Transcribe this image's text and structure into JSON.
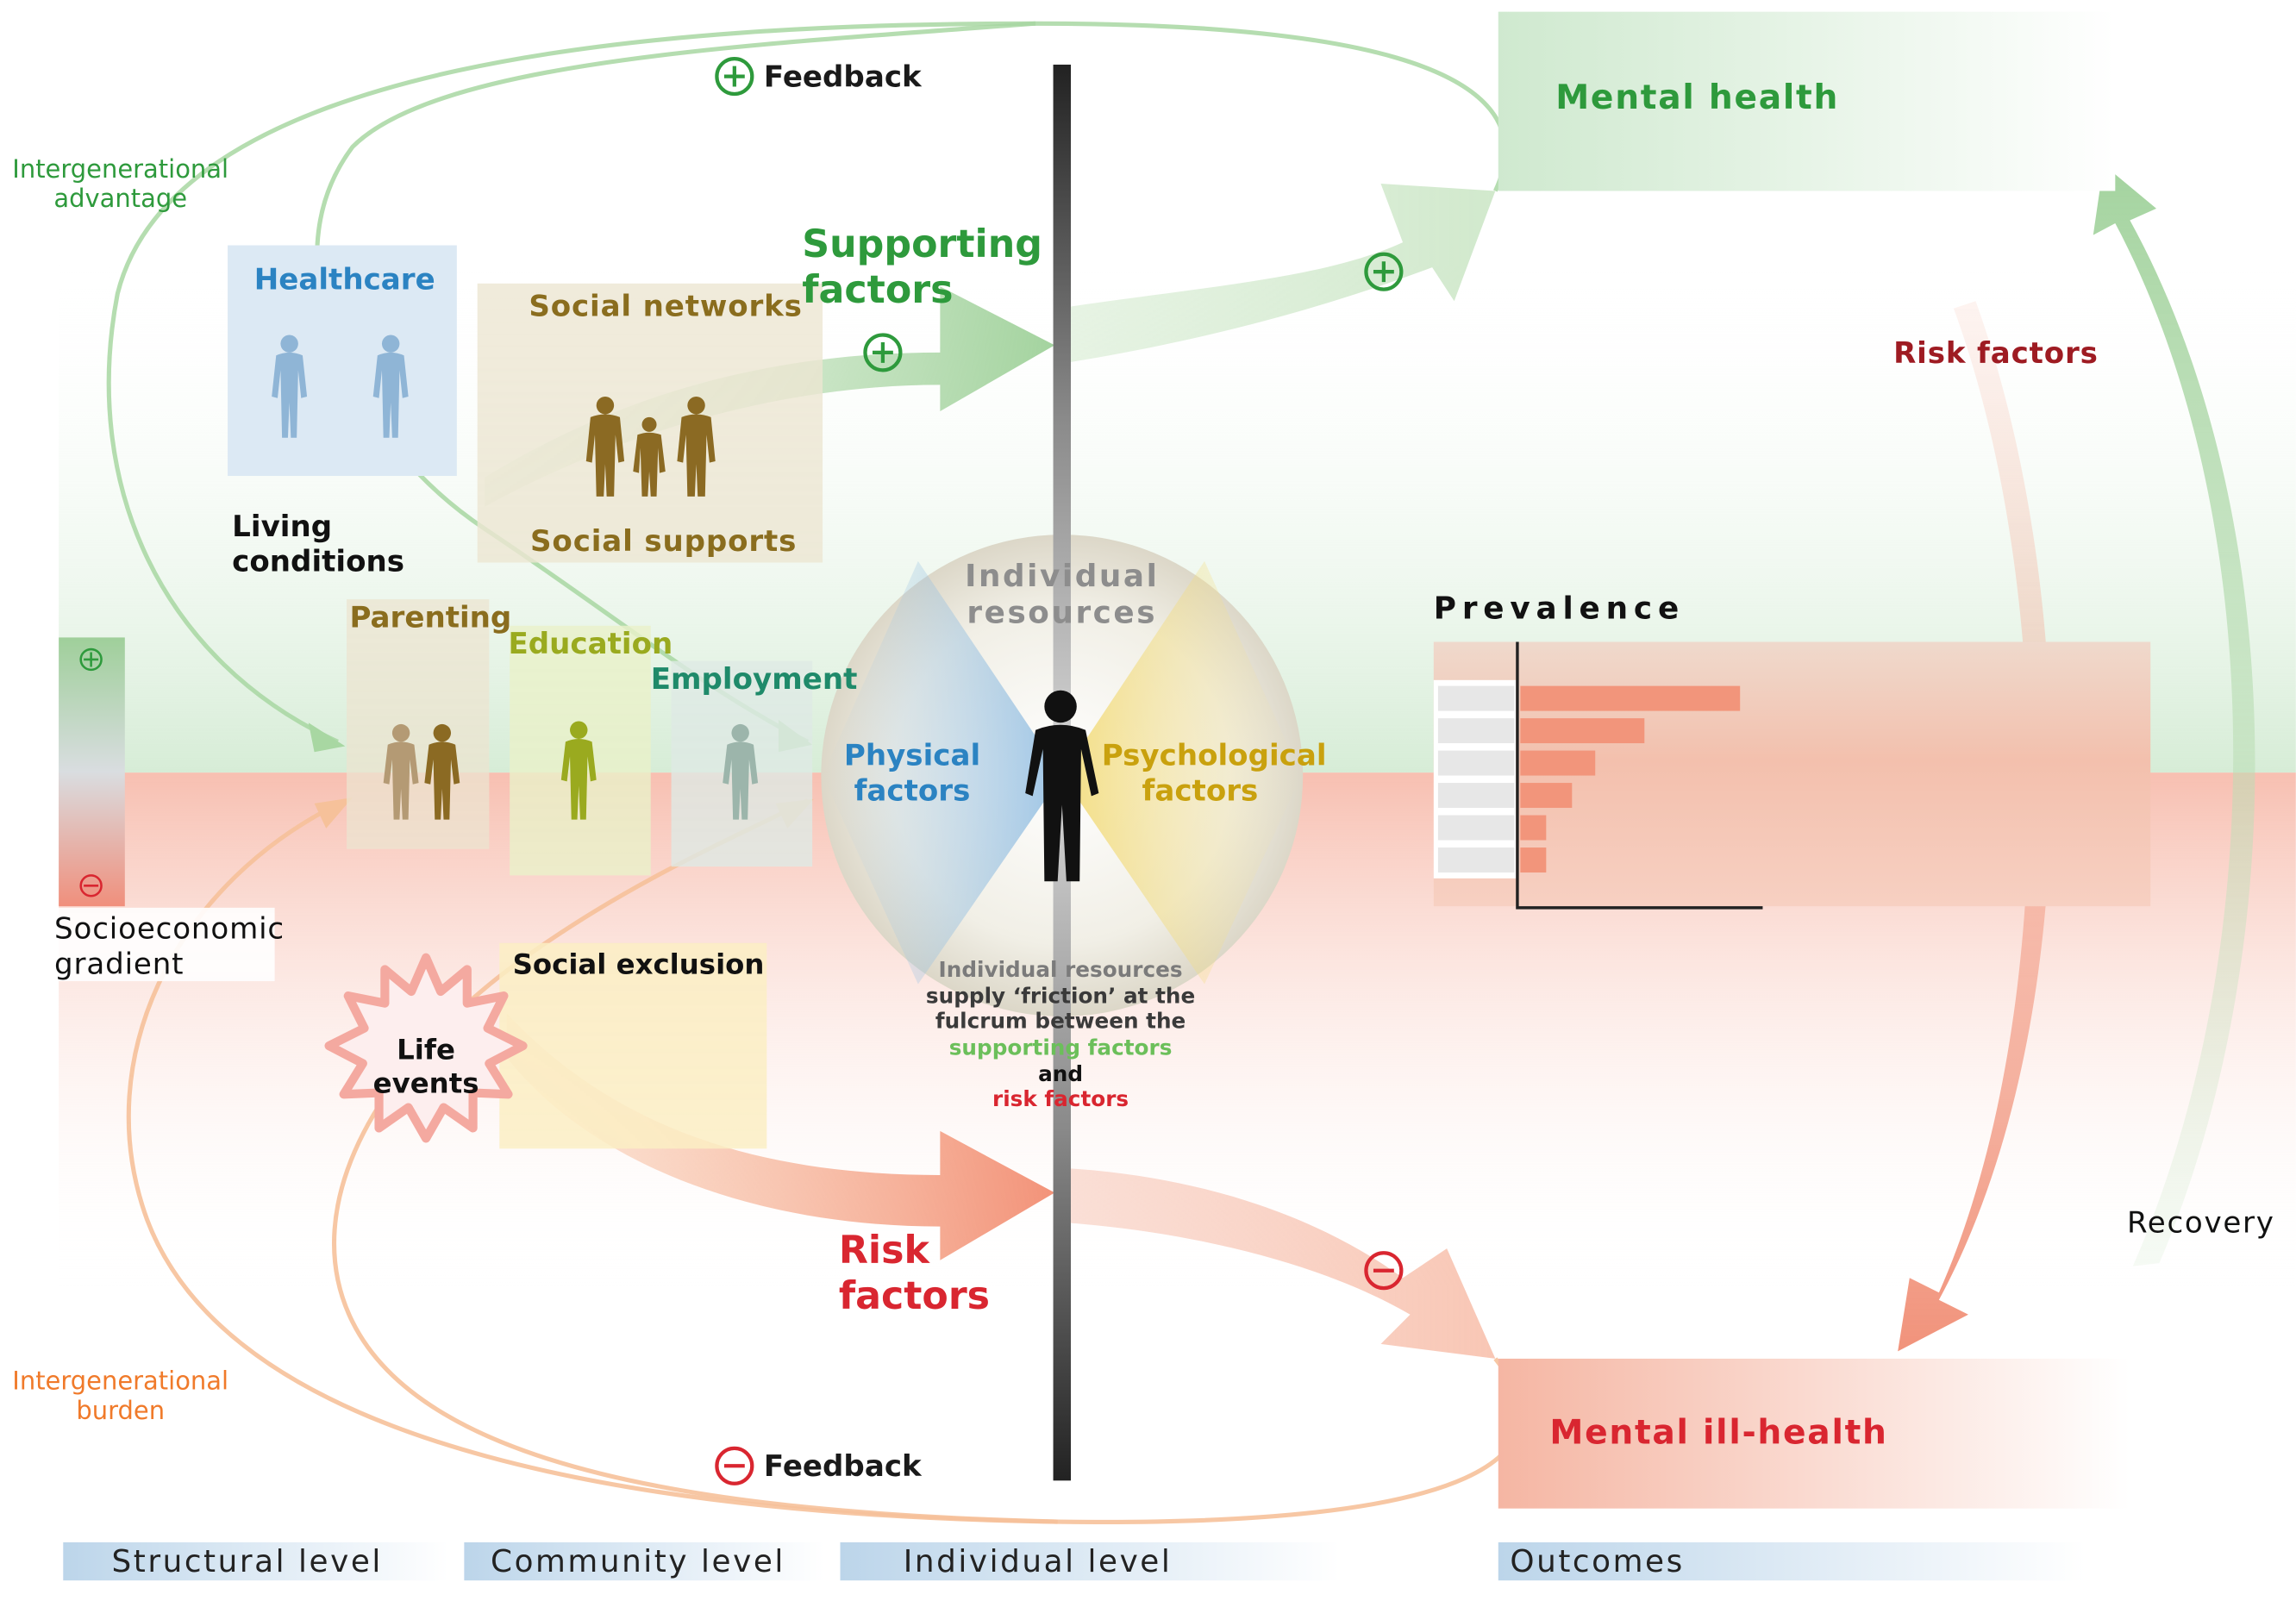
{
  "labels": {
    "feedback_top": "Feedback",
    "feedback_bottom": "Feedback",
    "mental_health": "Mental health",
    "mental_ill_health": "Mental ill-health",
    "intergen_advantage_1": "Intergenerational",
    "intergen_advantage_2": "advantage",
    "intergen_burden_1": "Intergenerational",
    "intergen_burden_2": "burden",
    "healthcare": "Healthcare",
    "social_networks": "Social networks",
    "social_supports": "Social supports",
    "supporting_factors_1": "Supporting",
    "supporting_factors_2": "factors",
    "living_conditions_1": "Living",
    "living_conditions_2": "conditions",
    "parenting": "Parenting",
    "education": "Education",
    "employment": "Employment",
    "individual_resources_1": "Individual",
    "individual_resources_2": "resources",
    "physical_factors_1": "Physical",
    "physical_factors_2": "factors",
    "psych_factors_1": "Psychological",
    "psych_factors_2": "factors",
    "socioeconomic_1": "Socioeconomic",
    "socioeconomic_2": "gradient",
    "social_exclusion": "Social exclusion",
    "life_events_1": "Life",
    "life_events_2": "events",
    "risk_factors_left_1": "Risk",
    "risk_factors_left_2": "factors",
    "risk_factors_right": "Risk factors",
    "recovery": "Recovery",
    "prevalence": "Prevalence",
    "note_1": "Individual resources",
    "note_2": "supply ‘friction’ at the",
    "note_3": "fulcrum between the",
    "note_4": "supporting factors",
    "note_5": "and",
    "note_6": "risk factors"
  },
  "bottom_bar": {
    "structural": "Structural level",
    "community": "Community level",
    "individual": "Individual level",
    "outcomes": "Outcomes"
  },
  "prevalence_bars": [
    0.85,
    0.48,
    0.29,
    0.2,
    0.1,
    0.1
  ],
  "colors": {
    "green": "#2e9a3c",
    "red": "#d92630",
    "dark_red": "#9e1b22",
    "blue": "#2b83c2",
    "olive": "#8a6d1e",
    "lime": "#9aaa1f",
    "teal": "#1f8a6a",
    "yellow": "#c9a10e",
    "orange": "#f07a2a"
  }
}
